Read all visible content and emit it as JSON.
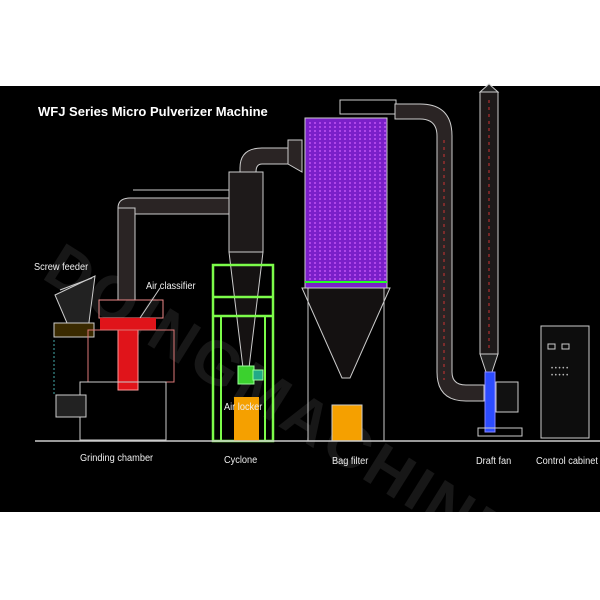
{
  "title": "WFJ Series Micro Pulverizer Machine",
  "watermark": "DOINGMACHINE",
  "labels": {
    "screw_feeder": "Screw feeder",
    "air_classifier": "Air classifier",
    "air_locker": "Air locker",
    "grinding_chamber": "Grinding chamber",
    "cyclone": "Cyclone",
    "bag_filter": "Bag filter",
    "draft_fan": "Draft fan",
    "control_cabinet": "Control cabinet"
  },
  "colors": {
    "background": "#000000",
    "cyclone_frame": "#7CFC4A",
    "bag_filter": "#9b30ff",
    "bin": "#f5a000",
    "grinder": "#e0141a",
    "fan_impeller": "#2c4cff"
  }
}
